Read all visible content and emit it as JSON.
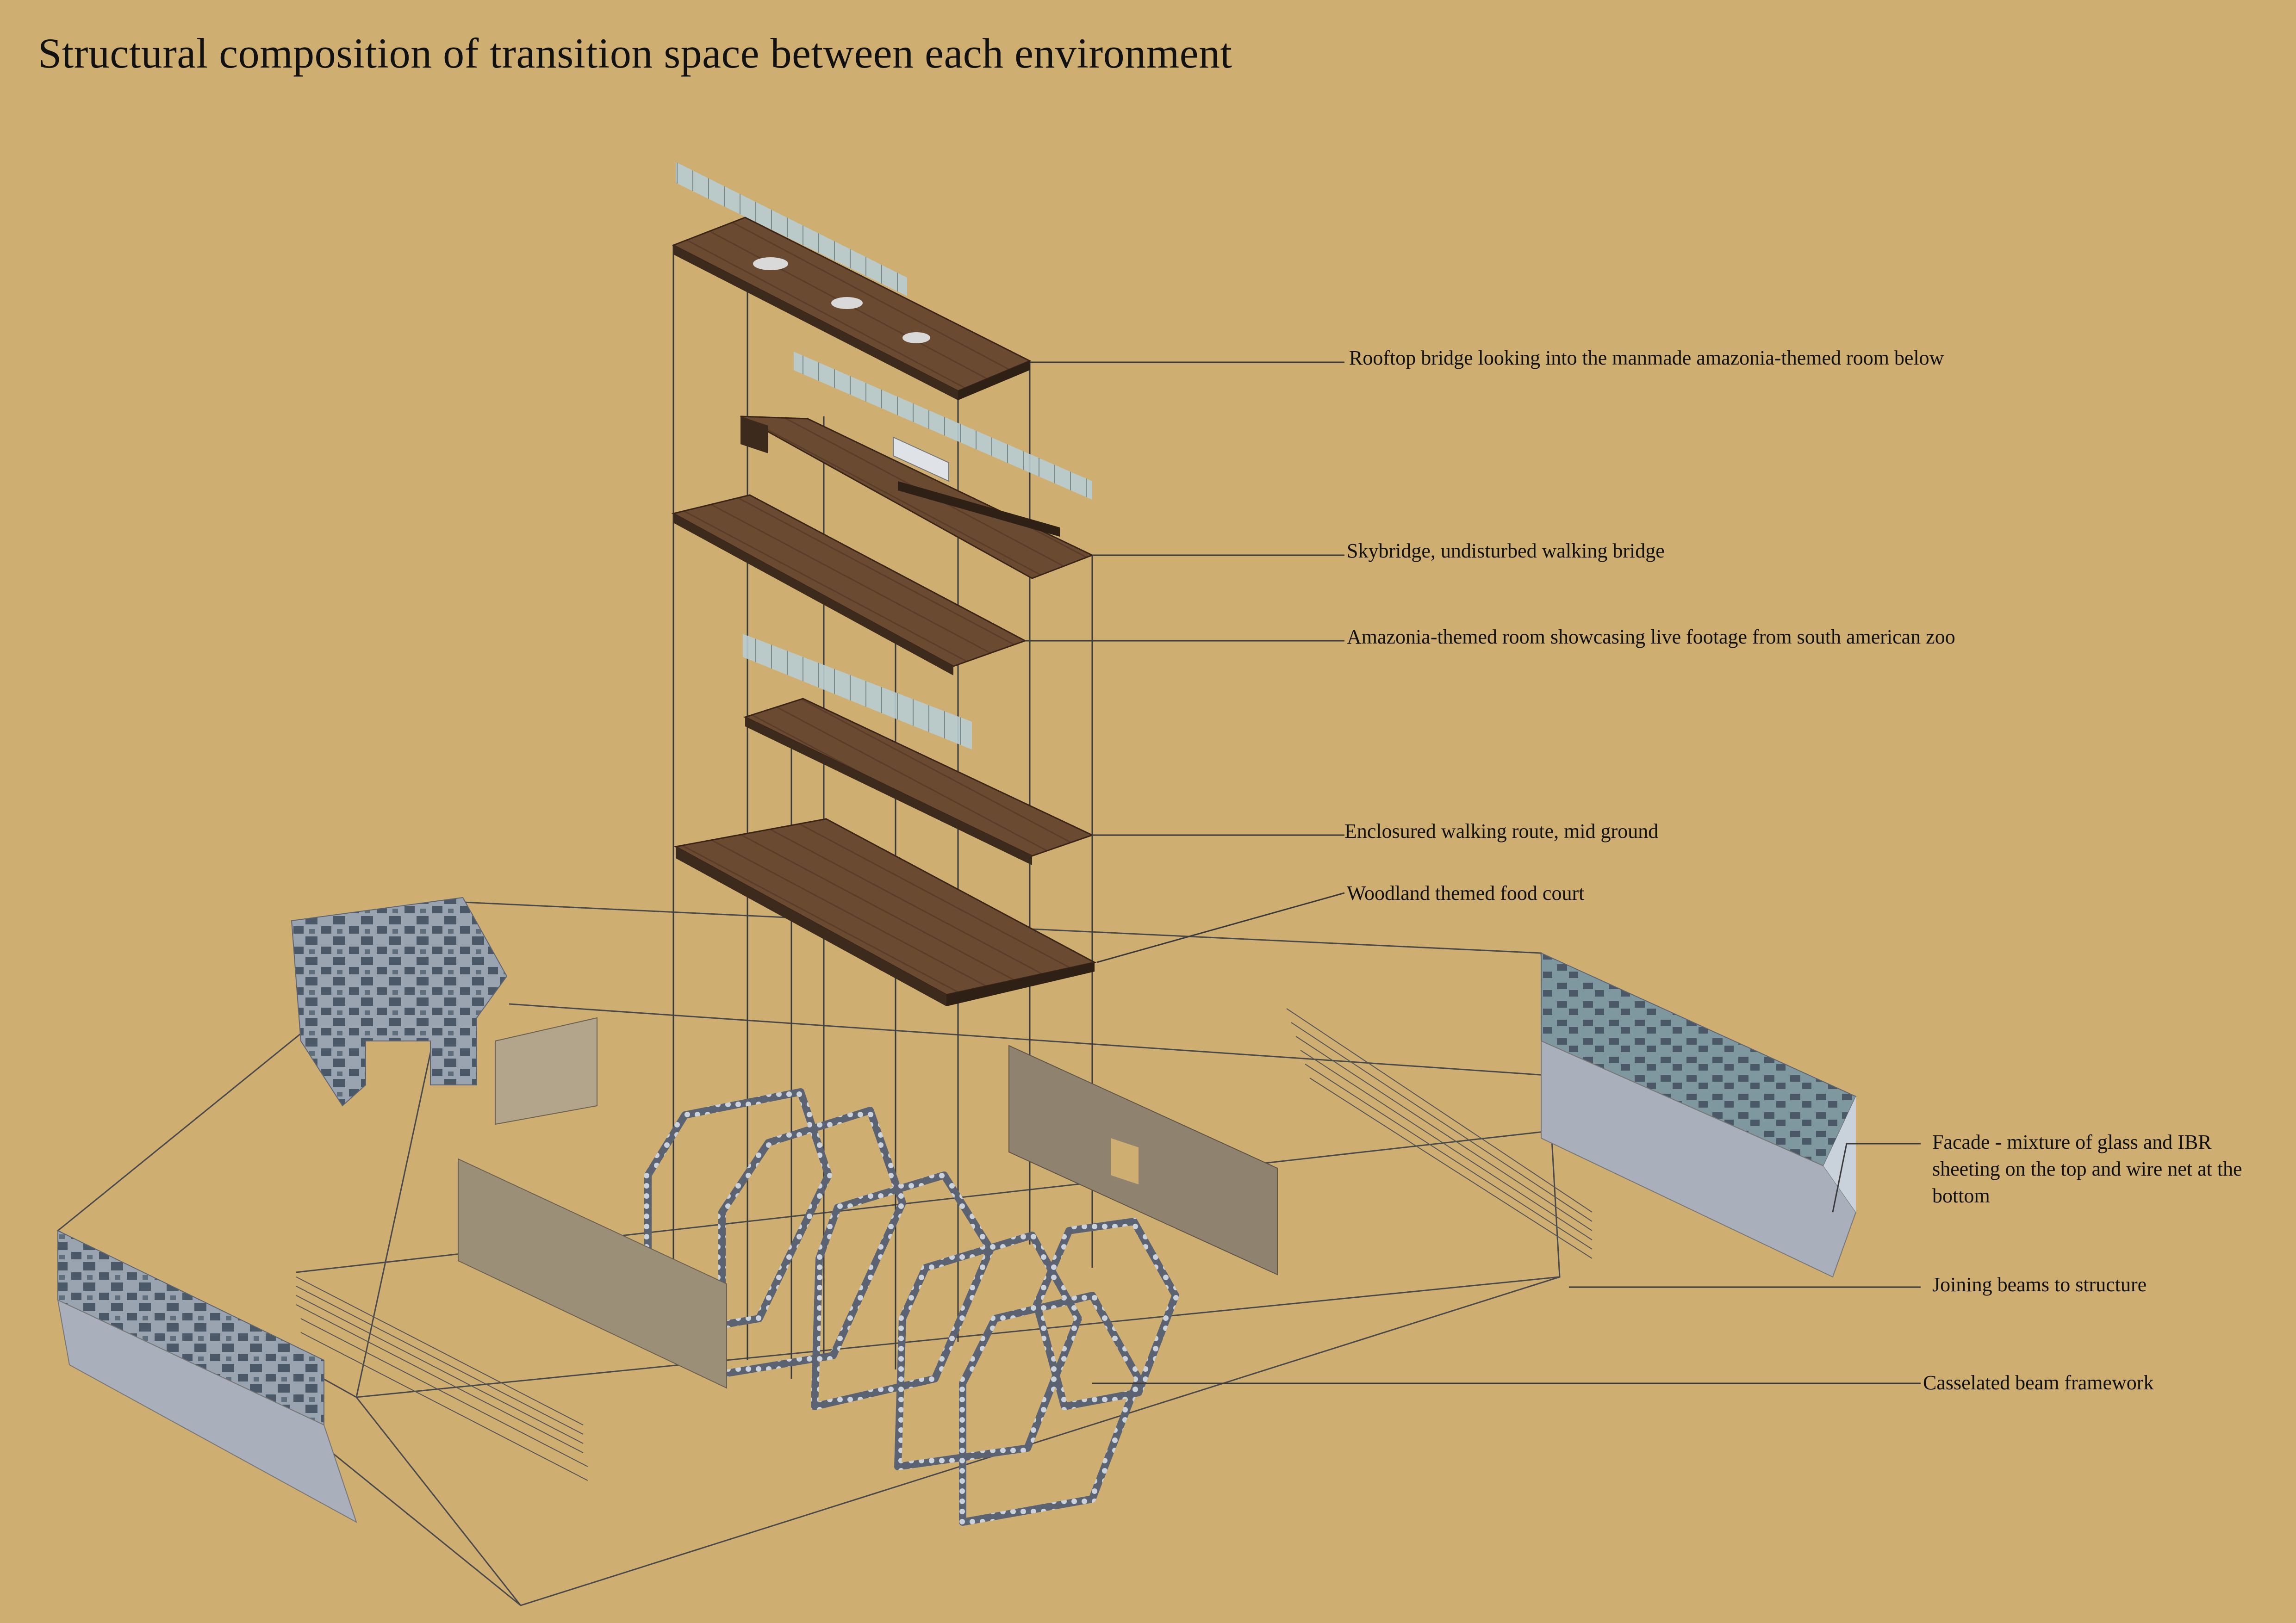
{
  "title": "Structural composition of transition space between each environment",
  "labels": {
    "rooftop": "Rooftop bridge looking into the manmade amazonia-themed room below",
    "skybridge": "Skybridge, undisturbed walking bridge",
    "amazonia": "Amazonia-themed room showcasing live footage from south american zoo",
    "enclosured": "Enclosured walking route, mid ground",
    "woodland": "Woodland themed food court",
    "facade": "Facade - mixture of glass and IBR sheeting on the top and wire net at the bottom",
    "joining": "Joining beams to structure",
    "casselated": "Casselated beam framework"
  },
  "colors": {
    "background": "#cfae72",
    "floor": "#6b4a32",
    "floor_dark": "#4a3020",
    "glass": "#a9c3c9",
    "facade_metal": "#aab0bb",
    "facade_pattern": "#4b5868",
    "partition": "#8f8370",
    "leader_line": "#3a3a3a"
  }
}
